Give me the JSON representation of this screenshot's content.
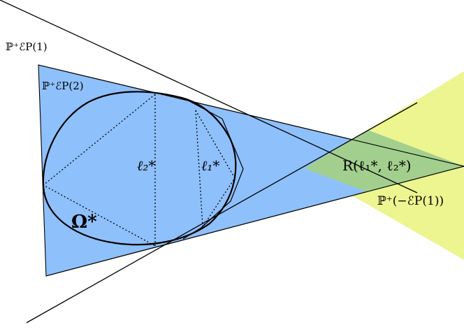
{
  "labels": {
    "ep1": "ℙ⁺ℰP(1)",
    "ep2": "ℙ⁺ℰP(2)",
    "omega": "Ω*",
    "l2": "ℓ₂*",
    "l1": "ℓ₁*",
    "region": "R(ℓ₁*, ℓ₂*)",
    "neg_ep1": "ℙ⁺(−ℰP(1))"
  },
  "colors": {
    "blue_region": "#8ec0fb",
    "yellow_region": "#ecf590",
    "overlap_region": "#a3cf8e",
    "stroke": "#000000"
  }
}
